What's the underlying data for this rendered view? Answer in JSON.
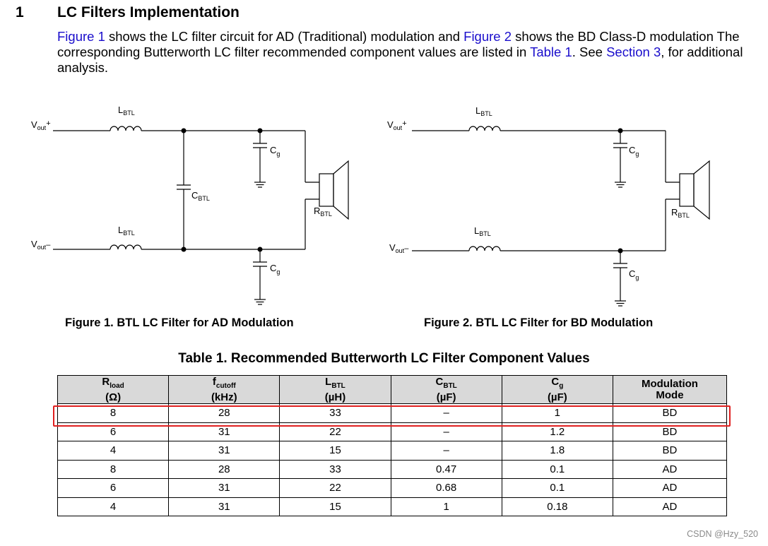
{
  "section": {
    "number": "1",
    "title": "LC Filters Implementation"
  },
  "intro": {
    "fig1_link": "Figure 1",
    "part1": " shows the LC filter circuit for AD (Traditional) modulation and ",
    "fig2_link": "Figure 2",
    "part2": " shows the BD Class-D modulation The corresponding Butterworth LC filter recommended component values are listed in ",
    "table_link": "Table 1",
    "part3": ". See ",
    "section_link": "Section 3",
    "part4": ", for additional analysis."
  },
  "figure1": {
    "caption": "Figure 1. BTL LC Filter for AD Modulation",
    "l_main": "L",
    "l_sub": "BTL",
    "vout_main": "V",
    "vout_sub": "out",
    "plus": "+",
    "minus": "–",
    "cg_main": "C",
    "cg_sub": "g",
    "cbtl_main": "C",
    "cbtl_sub": "BTL",
    "r_main": "R",
    "r_sub": "BTL"
  },
  "figure2": {
    "caption": "Figure 2. BTL LC Filter for BD Modulation",
    "l_main": "L",
    "l_sub": "BTL",
    "vout_main": "V",
    "vout_sub": "out",
    "plus": "+",
    "minus": "–",
    "cg_main": "C",
    "cg_sub": "g",
    "r_main": "R",
    "r_sub": "BTL"
  },
  "table": {
    "title": "Table 1. Recommended Butterworth LC Filter Component Values",
    "headers": [
      {
        "main": "R",
        "sub": "load",
        "unit": "(Ω)"
      },
      {
        "main": "f",
        "sub": "cutoff",
        "unit": "(kHz)"
      },
      {
        "main": "L",
        "sub": "BTL",
        "unit": "(µH)"
      },
      {
        "main": "C",
        "sub": "BTL",
        "unit": "(µF)"
      },
      {
        "main": "C",
        "sub": "g",
        "unit": "(µF)"
      },
      {
        "main": "Modulation",
        "sub": "",
        "unit": "Mode"
      }
    ],
    "rows": [
      [
        "8",
        "28",
        "33",
        "–",
        "1",
        "BD"
      ],
      [
        "6",
        "31",
        "22",
        "–",
        "1.2",
        "BD"
      ],
      [
        "4",
        "31",
        "15",
        "–",
        "1.8",
        "BD"
      ],
      [
        "8",
        "28",
        "33",
        "0.47",
        "0.1",
        "AD"
      ],
      [
        "6",
        "31",
        "22",
        "0.68",
        "0.1",
        "AD"
      ],
      [
        "4",
        "31",
        "15",
        "1",
        "0.18",
        "AD"
      ]
    ]
  },
  "colors": {
    "link": "#1a0dcc",
    "header_bg": "#d9d9d9",
    "highlight": "#e02020"
  },
  "watermark": "CSDN @Hzy_520"
}
